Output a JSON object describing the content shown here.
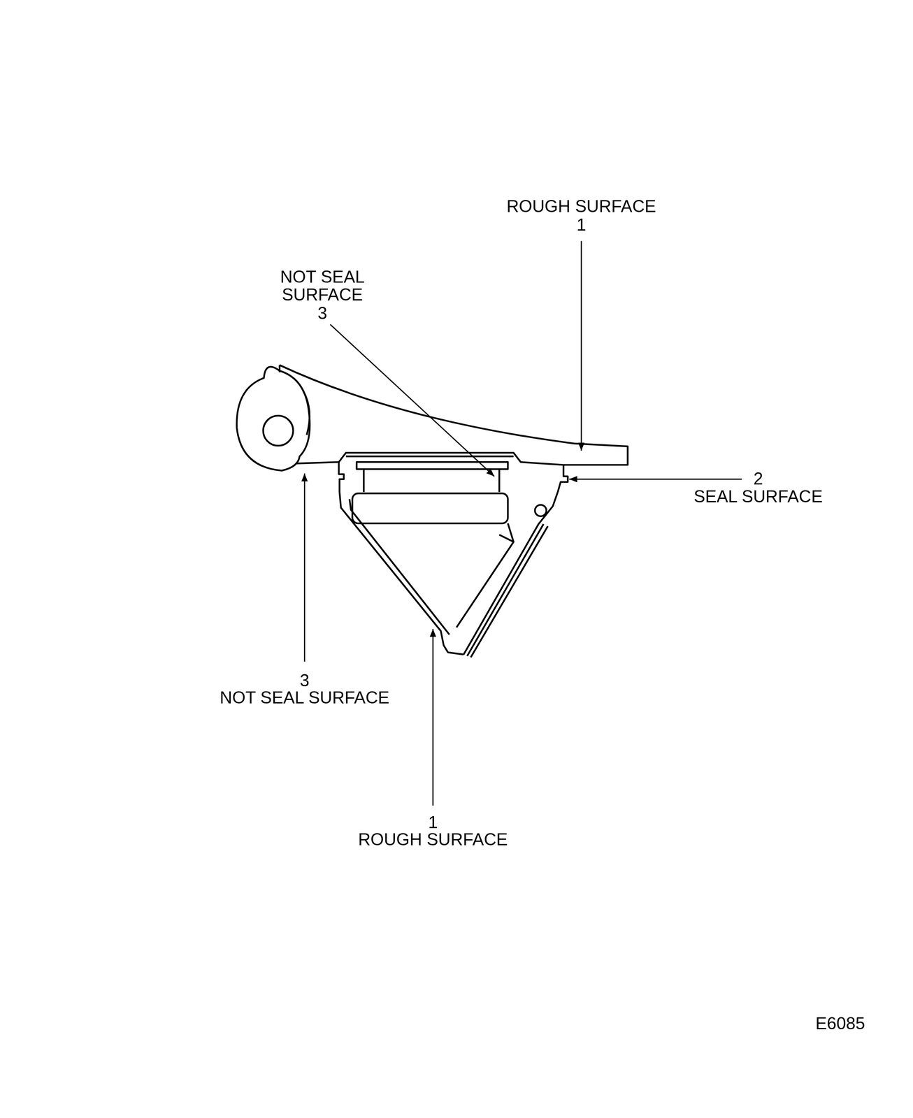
{
  "diagram": {
    "labels": [
      "ROUGH SURFACE",
      "1",
      "NOT SEAL SURFACE",
      "3",
      "2",
      "SEAL SURFACE",
      "3",
      "NOT SEAL SURFACE",
      "1",
      "ROUGH SURFACE",
      "E6085"
    ]
  }
}
